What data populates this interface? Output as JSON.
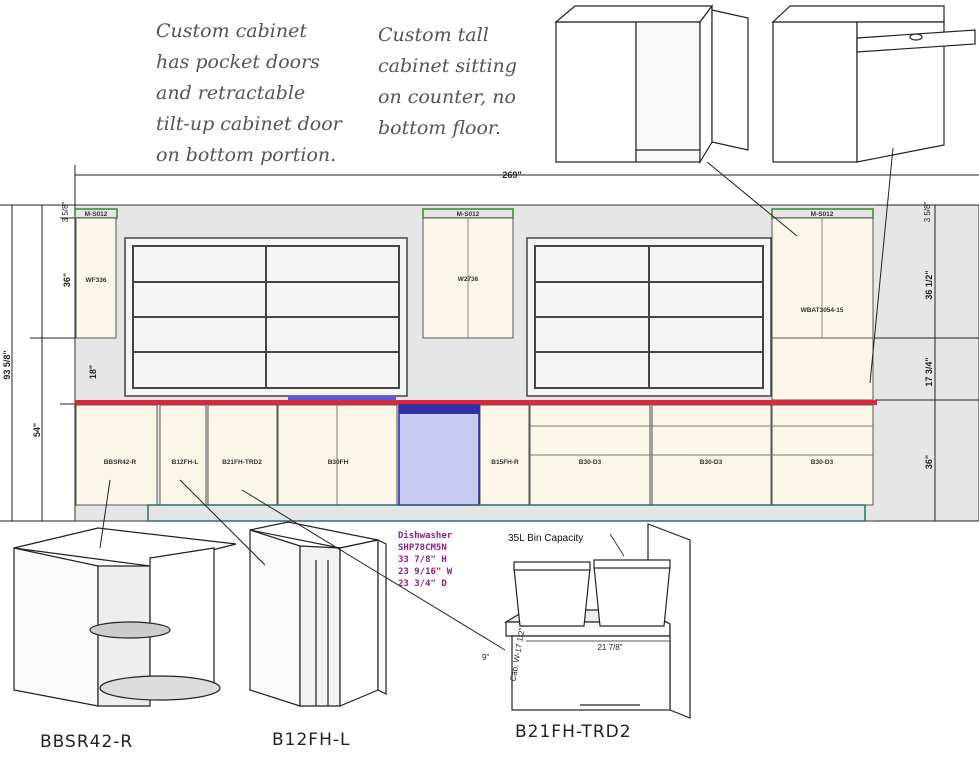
{
  "notes": {
    "left": "Custom cabinet\nhas pocket doors\nand retractable\ntilt-up cabinet door\non bottom portion.",
    "right": "Custom tall\ncabinet sitting\non counter, no\nbottom floor."
  },
  "dimensions": {
    "overall_width": "269\"",
    "overall_height": "93 5/8\"",
    "base_height": "54\"",
    "upper_36_left": "36\"",
    "upper_36_right": "36 1/2\"",
    "gap_18": "18\"",
    "gap_17": "17 3/4\"",
    "base_36": "36\"",
    "top_3_left": "3 5/8\"",
    "top_3_right": "3 5/8\""
  },
  "cabinet_codes": {
    "molding_left": "M-S012",
    "molding_mid": "M-S012",
    "molding_right": "M-S012",
    "wall_left": "WF336",
    "wall_mid": "W2736",
    "wall_right": "WBAT3054-15",
    "base_1": "BBSR42-R",
    "base_2": "B12FH-L",
    "base_3": "B21FH-TRD2",
    "base_4": "B30FH",
    "base_5": "B15FH-R",
    "base_6": "B30-D3",
    "base_7": "B30-D3",
    "base_8": "B30-D3"
  },
  "dishwasher": {
    "title": "Dishwasher",
    "model": "SHP78CM5N",
    "h": "33 7/8\" H",
    "w": "23 9/16\" W",
    "d": "23 3/4\" D"
  },
  "bin": {
    "capacity": "35L Bin Capacity",
    "width": "21 7/8\"",
    "cab_w": "Cab. W-17 1/2\"",
    "depth": "9\""
  },
  "captions": {
    "c1": "BBSR42-R",
    "c2": "B12FH-L",
    "c3": "B21FH-TRD2"
  },
  "colors": {
    "cabinet": "#fbf7e8",
    "wall": "#e6e6e6",
    "counter": "#e0263a",
    "molding": "#2f8a2f",
    "dishwasher": "#c9caf2",
    "toekick": "#2c6e70"
  }
}
